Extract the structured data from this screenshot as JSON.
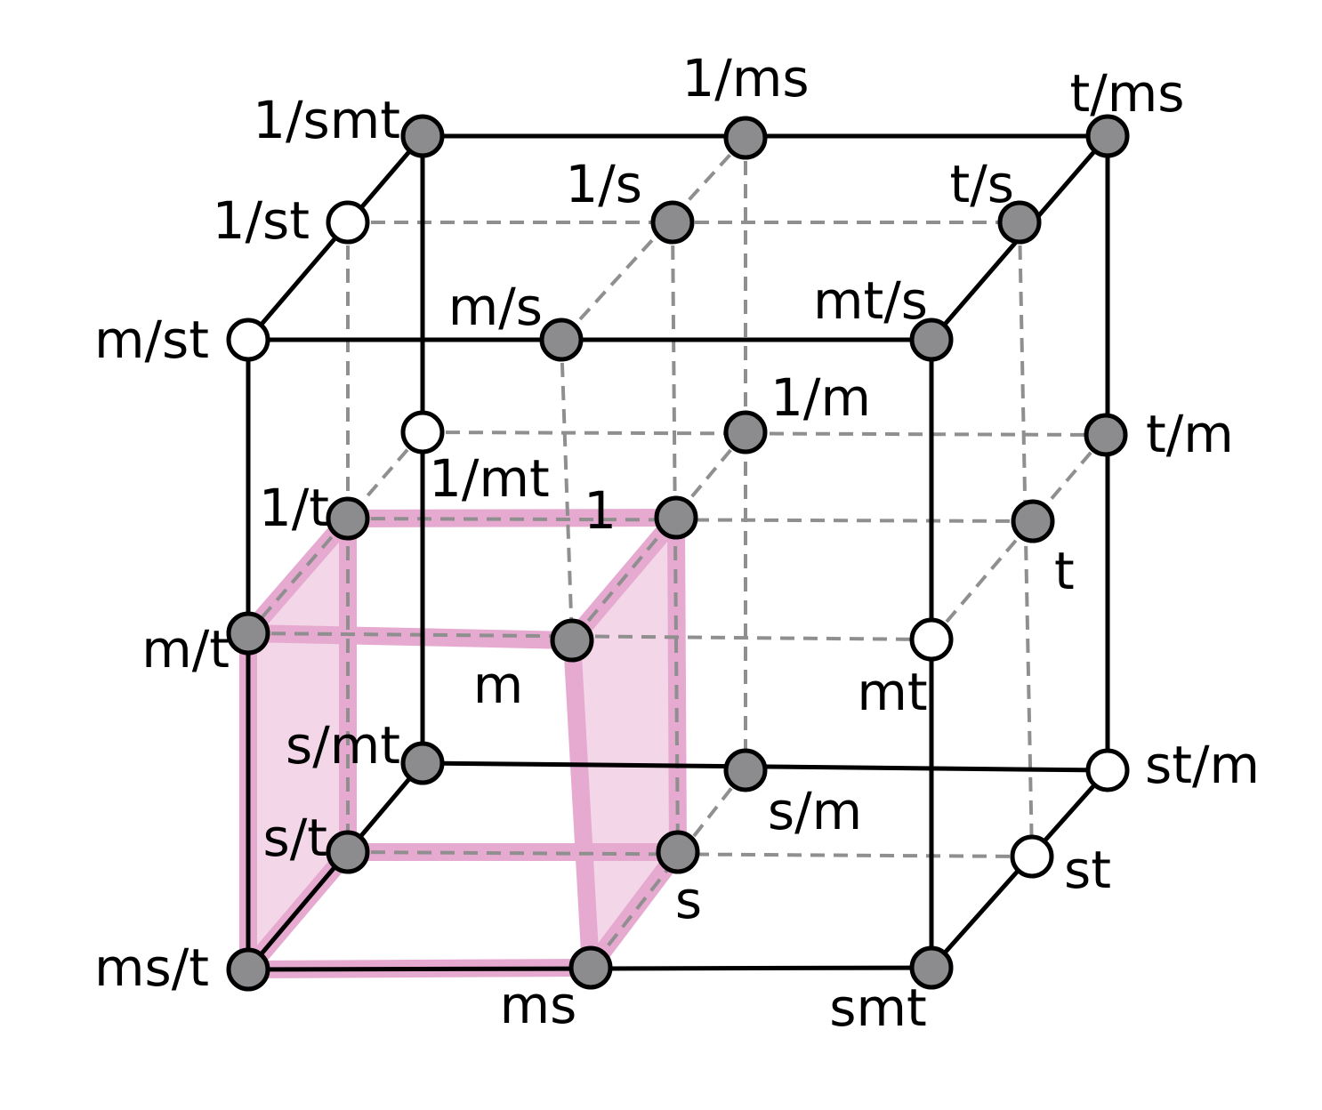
{
  "colors": {
    "background": "#ffffff",
    "edge_solid": "#000000",
    "edge_dashed": "#8f8f8f",
    "node_filled": "#8c8c8e",
    "node_open": "#ffffff",
    "highlight_edge": "#e6a9cf",
    "highlight_face": "#f3d6e7"
  },
  "nodes": {
    "n_1smt": {
      "label": "1/smt",
      "filled": true
    },
    "n_1ms": {
      "label": "1/ms",
      "filled": true
    },
    "n_tms": {
      "label": "t/ms",
      "filled": true
    },
    "n_1st": {
      "label": "1/st",
      "filled": false
    },
    "n_1s": {
      "label": "1/s",
      "filled": true
    },
    "n_ts": {
      "label": "t/s",
      "filled": true
    },
    "n_mst": {
      "label": "m/st",
      "filled": false
    },
    "n_ms_": {
      "label": "m/s",
      "filled": true
    },
    "n_mts": {
      "label": "mt/s",
      "filled": true
    },
    "n_1mt": {
      "label": "1/mt",
      "filled": false
    },
    "n_1m": {
      "label": "1/m",
      "filled": true
    },
    "n_tm": {
      "label": "t/m",
      "filled": true
    },
    "n_1t": {
      "label": "1/t",
      "filled": true
    },
    "n_1": {
      "label": "1",
      "filled": true
    },
    "n_t": {
      "label": "t",
      "filled": true
    },
    "n_mt_": {
      "label": "m/t",
      "filled": true
    },
    "n_m": {
      "label": "m",
      "filled": true
    },
    "n_mt": {
      "label": "mt",
      "filled": false
    },
    "n_smt_": {
      "label": "s/mt",
      "filled": true
    },
    "n_sm": {
      "label": "s/m",
      "filled": true
    },
    "n_stm": {
      "label": "st/m",
      "filled": false
    },
    "n_st_": {
      "label": "s/t",
      "filled": true
    },
    "n_s": {
      "label": "s",
      "filled": true
    },
    "n_st": {
      "label": "st",
      "filled": false
    },
    "n_mst_": {
      "label": "ms/t",
      "filled": true
    },
    "n_ms": {
      "label": "ms",
      "filled": true
    },
    "n_smt": {
      "label": "smt",
      "filled": true
    }
  }
}
